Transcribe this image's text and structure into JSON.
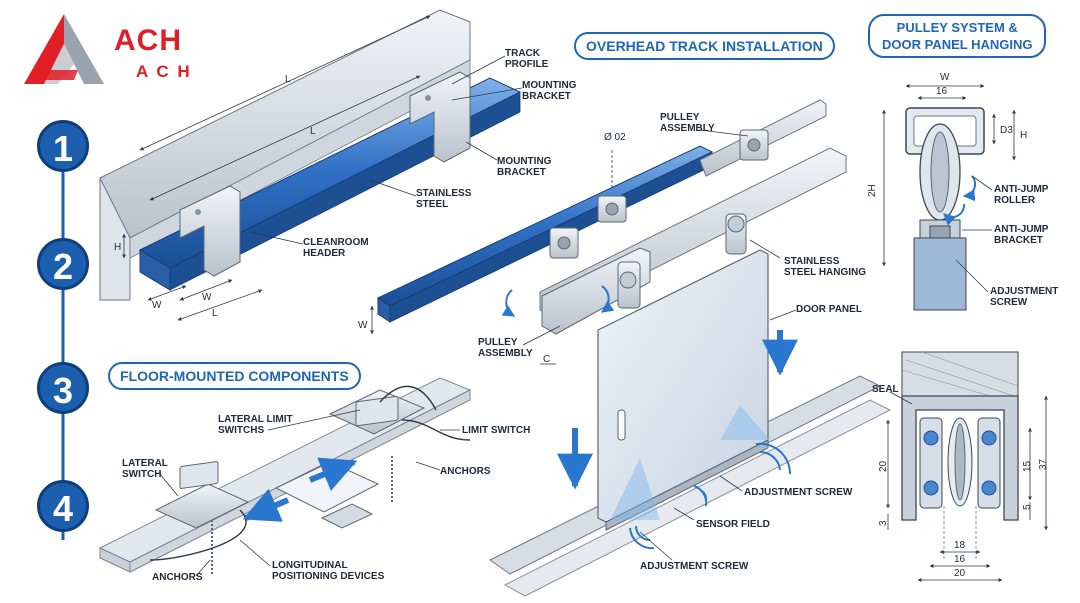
{
  "brand": {
    "logo_text": "ACH",
    "subtitle": "A C H",
    "colors": {
      "logo_red": "#e21f26",
      "logo_gray": "#9aa3ad"
    }
  },
  "steps": [
    "1",
    "2",
    "3",
    "4"
  ],
  "headings": {
    "overhead": "OVERHEAD TRACK INSTALLATION",
    "pulley": [
      "PULLEY SYSTEM &",
      "DOOR PANEL HANGING"
    ],
    "floor": "FLOOR-MOUNTED COMPONENTS"
  },
  "callouts": {
    "track_profile": [
      "TRACK",
      "PROFILE"
    ],
    "mounting_bracket_1": [
      "MOUNTING",
      "BRACKET"
    ],
    "mounting_bracket_2": [
      "MOUNTING",
      "BRACKET"
    ],
    "stainless_steel": [
      "STAINLESS",
      "STEEL"
    ],
    "cleanroom_header": [
      "CLEANROOM",
      "HEADER"
    ],
    "pulley_assembly_1": [
      "PULLEY",
      "ASSEMBLY"
    ],
    "pulley_assembly_2": [
      "PULLEY",
      "ASSEMBLY"
    ],
    "stainless_steel_hanging": [
      "STAINLESS",
      "STEEL HANGING"
    ],
    "door_panel": "DOOR PANEL",
    "adjustment_screw_1": "ADJUSTMENT SCREW",
    "sensor_field": "SENSOR FIELD",
    "adjustment_screw_2": "ADJUSTMENT SCREW",
    "anti_jump_roller": [
      "ANTI-JUMP",
      "ROLLER"
    ],
    "anti_jump_bracket": [
      "ANTI-JUMP",
      "BRACKET"
    ],
    "adjustment_screw_3": [
      "ADJUSTMENT",
      "SCREW"
    ],
    "seal": "SEAL",
    "lateral_limit_switches": [
      "LATERAL LIMIT",
      "SWITCHS"
    ],
    "limit_switch": "LIMIT SWITCH",
    "anchors_1": "ANCHORS",
    "lateral_switch": [
      "LATERAL",
      "SWITCH"
    ],
    "anchors_2": "ANCHORS",
    "longitudinal": [
      "LONGITUDINAL",
      "POSITIONING DEVICES"
    ]
  },
  "dimensions": {
    "track_L1": "L",
    "track_L2": "L",
    "track_H": "H",
    "track_W1": "W",
    "track_W2": "W",
    "track_L3": "L",
    "rail_phi": "Ø 02",
    "rail_W": "W",
    "rail_C": "C",
    "pulley_W": "W",
    "pulley_16": "16",
    "pulley_D3": "D3",
    "pulley_H": "H",
    "pulley_2H": "2H",
    "section_20a": "20",
    "section_15": "15",
    "section_37": "37",
    "section_5": "5",
    "section_3": "3",
    "section_18": "18",
    "section_16": "16",
    "section_20b": "20"
  }
}
